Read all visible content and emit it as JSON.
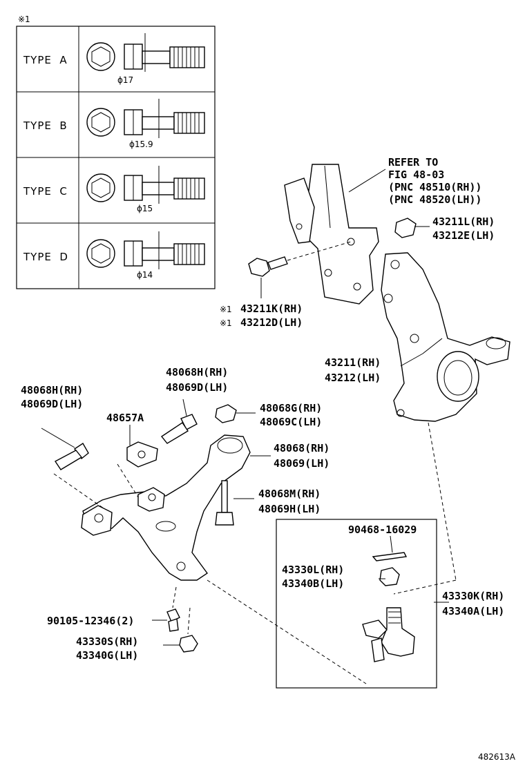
{
  "note_mark": "※1",
  "fig_number": "482613A",
  "type_table": {
    "rows": [
      {
        "label": "TYPE  A",
        "diameter": "ϕ17"
      },
      {
        "label": "TYPE  B",
        "diameter": "ϕ15.9"
      },
      {
        "label": "TYPE  C",
        "diameter": "ϕ15"
      },
      {
        "label": "TYPE  D",
        "diameter": "ϕ14"
      }
    ]
  },
  "refer": {
    "line1": "REFER TO",
    "line2": "FIG 48-03",
    "line3": "(PNC 48510(RH))",
    "line4": "(PNC 48520(LH))"
  },
  "labels": {
    "l43211L": "43211L(RH)",
    "l43212E": "43212E(LH)",
    "l43211K": "43211K(RH)",
    "l43212D": "43212D(LH)",
    "l43211": "43211(RH)",
    "l43212": "43212(LH)",
    "l48068H_a": "48068H(RH)",
    "l48069D_a": "48069D(LH)",
    "l48068H_b": "48068H(RH)",
    "l48069D_b": "48069D(LH)",
    "l48068G": "48068G(RH)",
    "l48069C": "48069C(LH)",
    "l48657A": "48657A",
    "l48068": "48068(RH)",
    "l48069": "48069(LH)",
    "l48068M": "48068M(RH)",
    "l48069H": "48069H(LH)",
    "l90468": "90468-16029",
    "l43330L": "43330L(RH)",
    "l43340B": "43340B(LH)",
    "l43330K": "43330K(RH)",
    "l43340A": "43340A(LH)",
    "l90105": "90105-12346(2)",
    "l43330S": "43330S(RH)",
    "l43340G": "43340G(LH)"
  }
}
